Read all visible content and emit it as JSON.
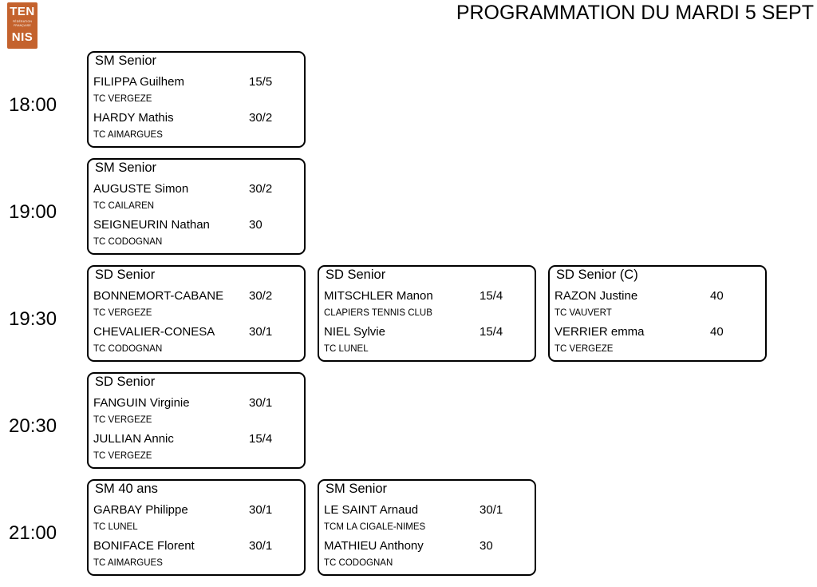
{
  "logo": {
    "line1": "TEN",
    "federation": "FÉDÉRATION FRANÇAISE",
    "line2": "NIS"
  },
  "title": "PROGRAMMATION DU MARDI 5 SEPT",
  "times": [
    "18:00",
    "19:00",
    "19:30",
    "20:30",
    "21:00"
  ],
  "matches": [
    {
      "category": "SM Senior",
      "p1": {
        "name": "FILIPPA Guilhem",
        "rank": "15/5",
        "club": "TC VERGEZE"
      },
      "p2": {
        "name": "HARDY Mathis",
        "rank": "30/2",
        "club": "TC AIMARGUES"
      }
    },
    {
      "category": "SM Senior",
      "p1": {
        "name": "AUGUSTE Simon",
        "rank": "30/2",
        "club": "TC CAILAREN"
      },
      "p2": {
        "name": "SEIGNEURIN Nathan",
        "rank": "30",
        "club": "TC CODOGNAN"
      }
    },
    {
      "category": "SD Senior",
      "p1": {
        "name": "BONNEMORT-CABANE",
        "rank": "30/2",
        "club": "TC VERGEZE"
      },
      "p2": {
        "name": "CHEVALIER-CONESA",
        "rank": "30/1",
        "club": "TC CODOGNAN"
      }
    },
    {
      "category": "SD Senior",
      "p1": {
        "name": "MITSCHLER Manon",
        "rank": "15/4",
        "club": "CLAPIERS TENNIS CLUB"
      },
      "p2": {
        "name": "NIEL Sylvie",
        "rank": "15/4",
        "club": "TC LUNEL"
      }
    },
    {
      "category": "SD Senior (C)",
      "p1": {
        "name": "RAZON Justine",
        "rank": "40",
        "club": "TC VAUVERT"
      },
      "p2": {
        "name": "VERRIER emma",
        "rank": "40",
        "club": "TC VERGEZE"
      }
    },
    {
      "category": "SD Senior",
      "p1": {
        "name": "FANGUIN Virginie",
        "rank": "30/1",
        "club": "TC VERGEZE"
      },
      "p2": {
        "name": "JULLIAN Annic",
        "rank": "15/4",
        "club": "TC VERGEZE"
      }
    },
    {
      "category": "SM 40 ans",
      "p1": {
        "name": "GARBAY Philippe",
        "rank": "30/1",
        "club": "TC LUNEL"
      },
      "p2": {
        "name": "BONIFACE Florent",
        "rank": "30/1",
        "club": "TC AIMARGUES"
      }
    },
    {
      "category": "SM Senior",
      "p1": {
        "name": "LE SAINT Arnaud",
        "rank": "30/1",
        "club": "TCM LA CIGALE-NIMES"
      },
      "p2": {
        "name": "MATHIEU Anthony",
        "rank": "30",
        "club": "TC CODOGNAN"
      }
    }
  ]
}
